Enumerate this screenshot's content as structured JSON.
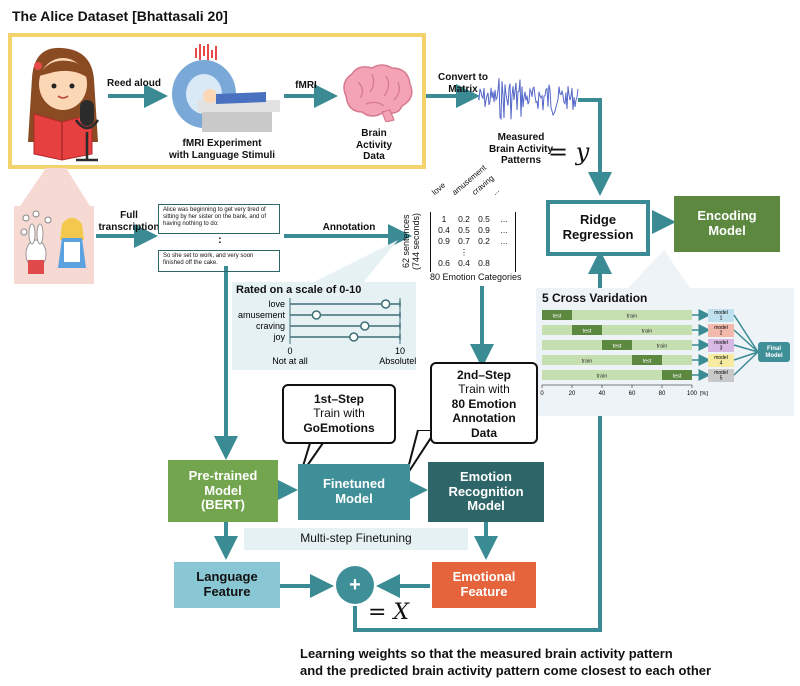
{
  "title": "The Alice Dataset [Bhattasali 20]",
  "experiment": {
    "reed_aloud": "Reed aloud",
    "fmri_experiment_label": "fMRI Experiment\nwith Language Stimuli",
    "fmri": "fMRI",
    "brain_label": "Brain\nActivity\nData",
    "convert": "Convert to\nMatrix",
    "measured_label": "Measured\nBrain Activity\nPatterns",
    "eq_y": "= y"
  },
  "text_pipeline": {
    "full_transcription": "Full\ntranscription",
    "sentence_1": "Alice was beginning to get very tired of sitting by her sister on the bank, and of having nothing to do:",
    "ellipsis": ":",
    "sentence_2": "So she set to work, and very soon finished off the cake.",
    "annotation": "Annotation"
  },
  "matrix": {
    "columns": [
      "love",
      "amusement",
      "craving",
      "..."
    ],
    "rows": [
      [
        "1",
        "0.2",
        "0.5",
        "..."
      ],
      [
        "0.4",
        "0.5",
        "0.9",
        "..."
      ],
      [
        "0.9",
        "0.7",
        "0.2",
        "..."
      ],
      [
        "",
        "⋮",
        "",
        ""
      ],
      [
        "0.6",
        "0.4",
        "0.8",
        ""
      ]
    ],
    "side_label_1": "62 sentences",
    "side_label_2": "(744 seconds)",
    "bottom_label": "80 Emotion Categories"
  },
  "rating": {
    "title": "Rated on a scale of 0-10",
    "items": [
      {
        "label": "love",
        "value": 8.7
      },
      {
        "label": "amusement",
        "value": 2.4
      },
      {
        "label": "craving",
        "value": 6.8
      },
      {
        "label": "joy",
        "value": 5.8
      }
    ],
    "min_label": "0",
    "max_label": "10",
    "min_caption": "Not at all",
    "max_caption": "Absolutely"
  },
  "ridge": "Ridge\nRegression",
  "encoding": "Encoding\nModel",
  "cross_validation": {
    "title": "5 Cross Varidation",
    "rows": [
      {
        "test": [
          0,
          20
        ],
        "model": "model\n1",
        "color": "#bfe0ee"
      },
      {
        "test": [
          20,
          40
        ],
        "model": "model\n2",
        "color": "#f3b9ad"
      },
      {
        "test": [
          40,
          60
        ],
        "model": "model\n3",
        "color": "#d7b9e4"
      },
      {
        "test": [
          60,
          80
        ],
        "model": "model\n4",
        "color": "#f6eba0"
      },
      {
        "test": [
          80,
          100
        ],
        "model": "model\n5",
        "color": "#c9c9c9"
      }
    ],
    "train_label": "train",
    "test_label": "test",
    "final": "Final\nModel",
    "ticks": [
      "0",
      "20",
      "40",
      "60",
      "80",
      "100"
    ],
    "unit": "[%]"
  },
  "step1": {
    "heading": "1st–Step",
    "line1": "Train with",
    "line2": "GoEmotions"
  },
  "step2": {
    "heading": "2nd–Step",
    "line1": "Train with",
    "line2": "80 Emotion\nAnnotation\nData"
  },
  "models": {
    "pretrained": "Pre-trained\nModel\n(BERT)",
    "finetuned": "Finetuned\nModel",
    "emotion_recognition": "Emotion\nRecognition\nModel"
  },
  "multistep": "Multi-step Finetuning",
  "features": {
    "language": "Language\nFeature",
    "emotional": "Emotional\nFeature",
    "plus": "+",
    "eq_x": "= X"
  },
  "caption": "Learning weights so that the measured brain activity pattern\nand the predicted brain activity pattern come closest to each other",
  "colors": {
    "arrow": "#3a8b93",
    "yellow_frame": "#f3d36b",
    "green_dark": "#5d8840",
    "green_mid": "#72a54e",
    "teal": "#3f8f98",
    "teal_dark": "#2e6568",
    "light_blue": "#8ac7d4",
    "orange": "#e5643c"
  }
}
